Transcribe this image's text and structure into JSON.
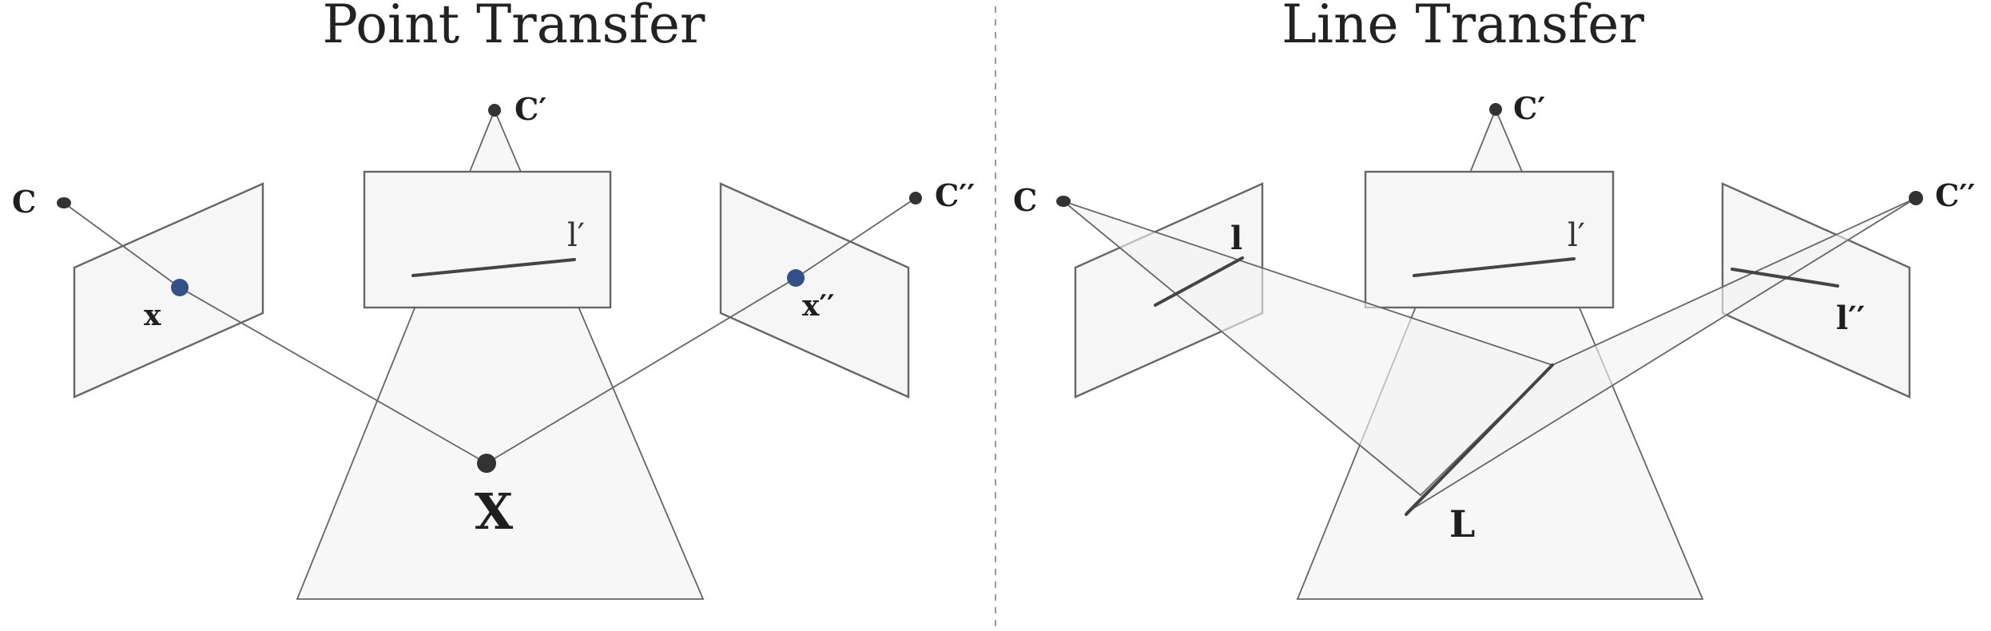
{
  "panels": {
    "point": {
      "title": "Point Transfer",
      "labels": {
        "camera_c": "C",
        "camera_c_prime": "C′",
        "camera_c_double_prime": "C′′",
        "image_line_l_prime": "l′",
        "image_point_x": "x",
        "image_point_x_double_prime": "x′′",
        "world_point": "X"
      }
    },
    "line": {
      "title": "Line Transfer",
      "labels": {
        "camera_c": "C",
        "camera_c_prime": "C′",
        "camera_c_double_prime": "C′′",
        "image_line_l": "l",
        "image_line_l_prime": "l′",
        "image_line_l_double_prime": "l′′",
        "world_line": "L"
      }
    }
  },
  "colors": {
    "image_point": "#34508a",
    "camera_center": "#333333",
    "plane_fill": "#f6f6f6",
    "outline": "#666666",
    "divider": "#999999"
  }
}
